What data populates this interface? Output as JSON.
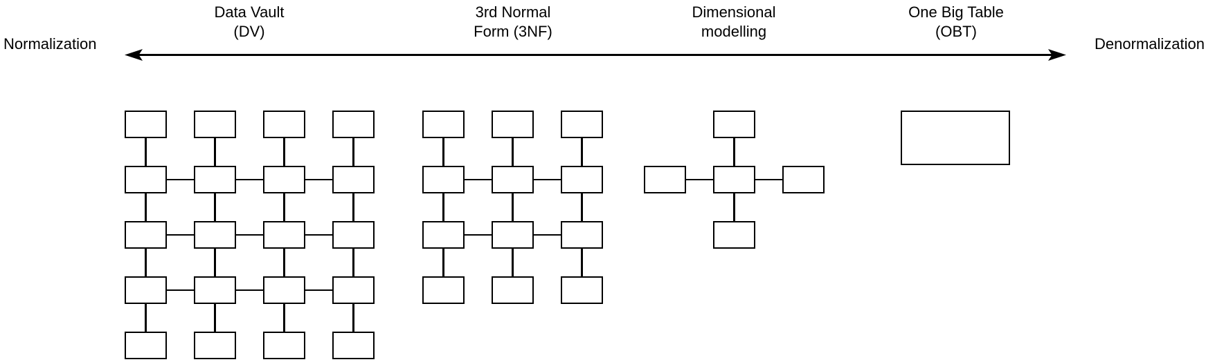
{
  "spectrum": {
    "left_label": "Normalization",
    "right_label": "Denormalization",
    "arrow": "double-headed"
  },
  "approaches": [
    {
      "id": "data-vault",
      "label_lines": [
        "Data Vault",
        "(DV)"
      ]
    },
    {
      "id": "third-normal-form",
      "label_lines": [
        "3rd Normal",
        "Form (3NF)"
      ]
    },
    {
      "id": "dimensional",
      "label_lines": [
        "Dimensional",
        "modelling"
      ]
    },
    {
      "id": "one-big-table",
      "label_lines": [
        "One Big Table",
        "(OBT)"
      ]
    }
  ],
  "schemas": [
    {
      "id": "data-vault",
      "kind": "grid",
      "columns": 4,
      "rows": 5,
      "cross_linked_rows": [
        2,
        3,
        4
      ],
      "box_count": 20
    },
    {
      "id": "third-normal-form",
      "kind": "grid",
      "columns": 3,
      "rows": 4,
      "cross_linked_rows": [
        2,
        3
      ],
      "box_count": 12
    },
    {
      "id": "dimensional",
      "kind": "star",
      "satellites": [
        "top",
        "left",
        "right",
        "bottom"
      ],
      "box_count": 5
    },
    {
      "id": "one-big-table",
      "kind": "single",
      "box_count": 1
    }
  ],
  "colors": {
    "ink": "#000000",
    "background": "#ffffff",
    "box_fill": "#ffffff"
  }
}
